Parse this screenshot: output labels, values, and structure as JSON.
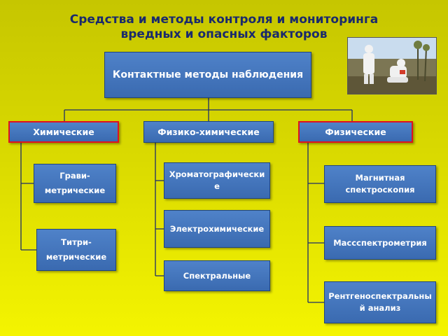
{
  "title": {
    "line1": "Средства и методы контроля и мониторинга",
    "line2": "вредных и опасных факторов"
  },
  "root": {
    "label": "Контактные методы наблюдения"
  },
  "categories": [
    {
      "label": "Химические",
      "children": [
        "Грави-\nметрические",
        "Титри-\nметрические"
      ]
    },
    {
      "label": "Физико-химические",
      "children": [
        "Хроматографические",
        "Электрохимические",
        "Спектральные"
      ]
    },
    {
      "label": "Физические",
      "children": [
        "Магнитная спектроскопия",
        "Массспектрометрия",
        "Рентгеноспектральный анализ"
      ]
    }
  ],
  "colors": {
    "box_fill": "#3f73bb",
    "box_border_highlight": "#e0121e",
    "title_color": "#1a2a6c",
    "background": "#d9d900"
  },
  "photo": {
    "icon": "field-workers-photo"
  }
}
